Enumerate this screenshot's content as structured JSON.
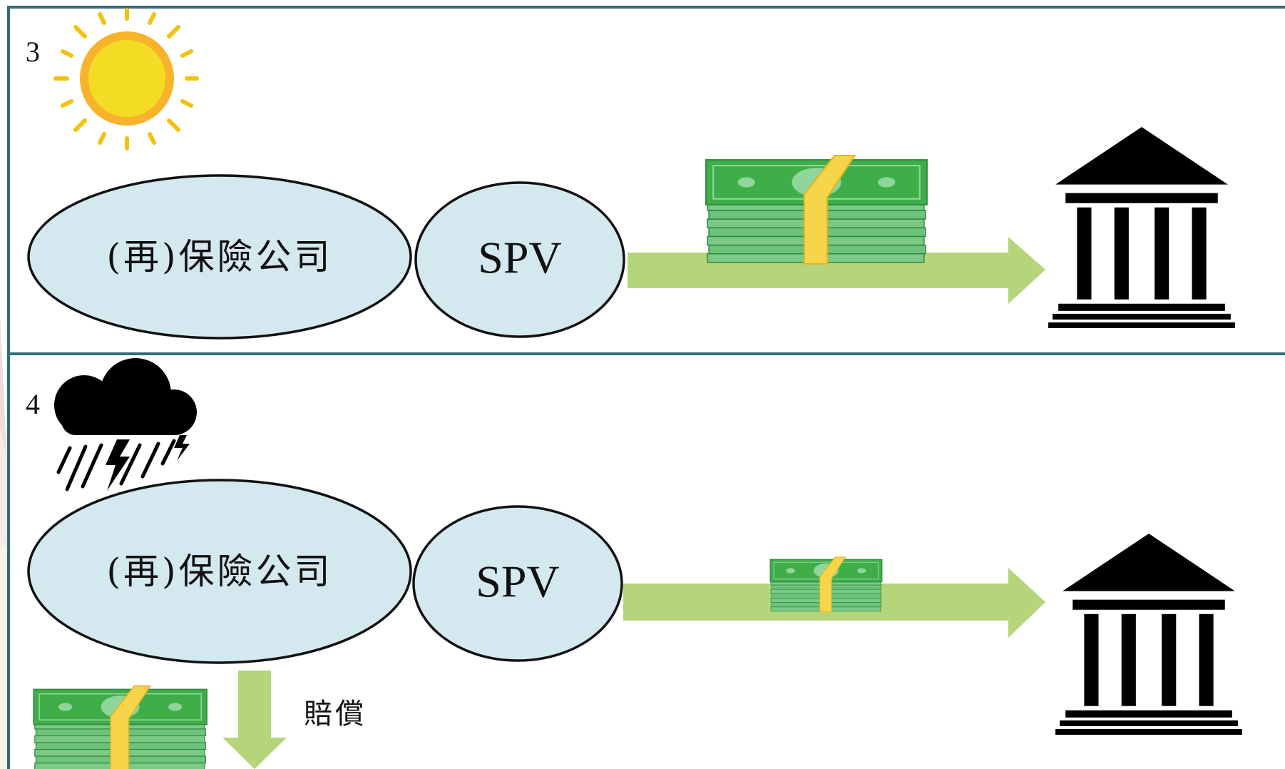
{
  "panels": [
    {
      "number": "3",
      "weather": "sun-icon",
      "insurer_label": "(再)保險公司",
      "spv_label": "SPV"
    },
    {
      "number": "4",
      "weather": "storm-cloud-icon",
      "insurer_label": "(再)保險公司",
      "spv_label": "SPV",
      "compensation_label": "賠償"
    }
  ],
  "colors": {
    "frame": "#2f6d79",
    "ellipse_fill": "#d4e8ef",
    "arrow": "#b5d57a",
    "money_green": "#3fae49",
    "money_band": "#f6d54a",
    "sun": "#f4c20d",
    "cloud": "#000000",
    "bank": "#000000"
  },
  "icons": [
    "sun-icon",
    "storm-cloud-icon",
    "money-stack-icon",
    "bank-building-icon",
    "arrow-right-icon",
    "arrow-down-icon"
  ]
}
